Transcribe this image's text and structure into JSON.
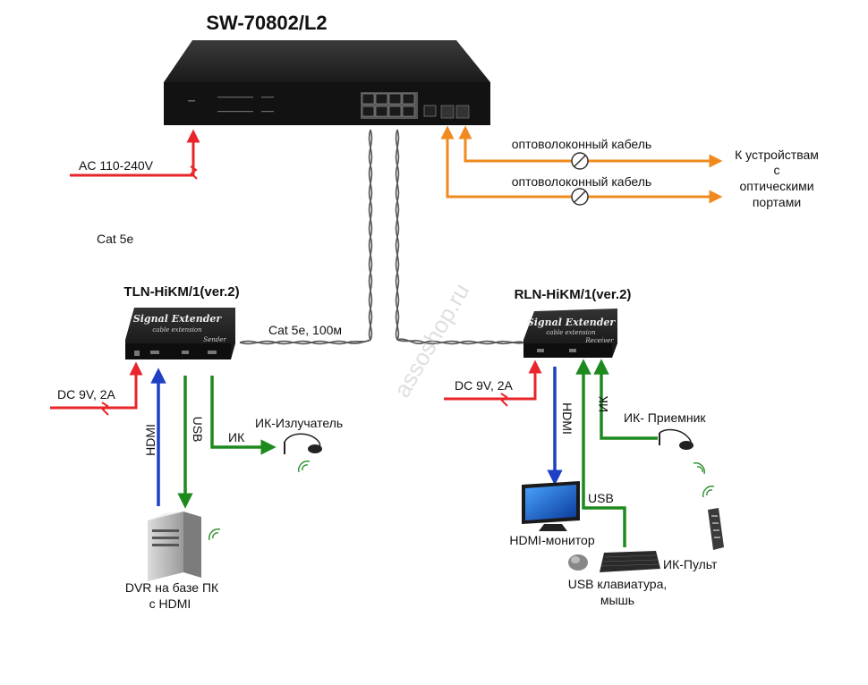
{
  "switch_model": "SW-70802/L2",
  "ac_power": "AC 110-240V",
  "cat_label": "Cat 5e",
  "cat_run": "Cat 5e, 100м",
  "fiber_1": "оптоволоконный кабель",
  "fiber_2": "оптоволоконный кабель",
  "optical_devices": [
    "К устройствам",
    "с",
    "оптическими",
    "портами"
  ],
  "transmitter": {
    "model": "TLN-HiKM/1(ver.2)",
    "badge": "Signal Extender",
    "sub": "cable extension",
    "role": "Sender",
    "power": "DC 9V, 2A",
    "hdmi": "HDMI",
    "usb": "USB",
    "ir": "ИК",
    "ir_device": "ИК-Излучатель",
    "source_lines": [
      "DVR на базе ПК",
      "с HDMI"
    ]
  },
  "receiver": {
    "model": "RLN-HiKM/1(ver.2)",
    "badge": "Signal Extender",
    "sub": "cable extension",
    "role": "Receiver",
    "power": "DC 9V, 2A",
    "hdmi": "HDMI",
    "usb": "USB",
    "ir": "ИК",
    "ir_device": "ИК- Приемник",
    "monitor": "HDMI-монитор",
    "remote": "ИК-Пульт",
    "input_lines": [
      "USB клавиатура,",
      "мышь"
    ]
  },
  "watermark": "assoshop.ru",
  "colors": {
    "red": "#e8252a",
    "blue": "#1f3fc4",
    "green": "#1e8a1e",
    "orange": "#f08a1e",
    "device": "#1c1c1c"
  }
}
